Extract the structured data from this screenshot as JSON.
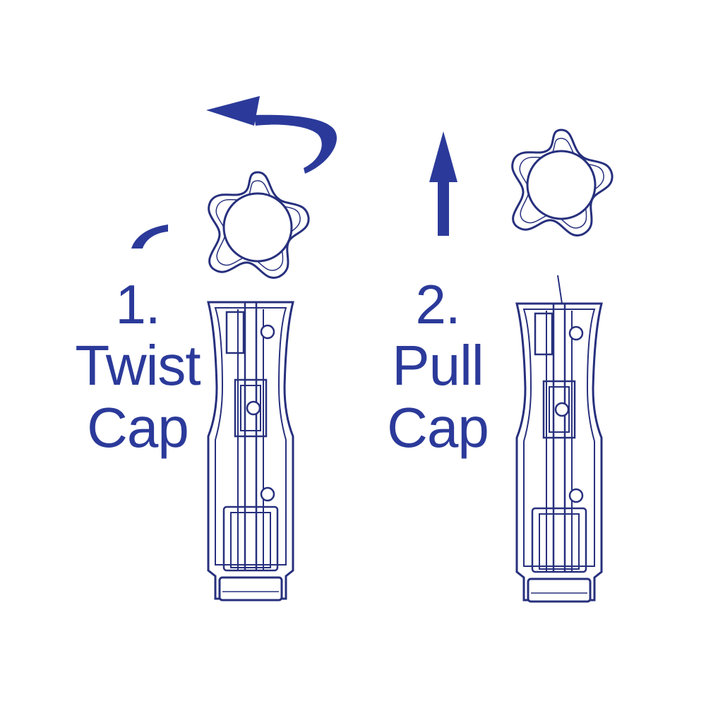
{
  "colors": {
    "ink": "#2b3a9a",
    "outline": "#27307d",
    "background": "#ffffff"
  },
  "steps": [
    {
      "number": "1.",
      "line1": "Twist",
      "line2": "Cap",
      "arrow_icon": "curved-arrow-left-icon"
    },
    {
      "number": "2.",
      "line1": "Pull",
      "line2": "Cap",
      "arrow_icon": "arrow-up-icon"
    }
  ]
}
